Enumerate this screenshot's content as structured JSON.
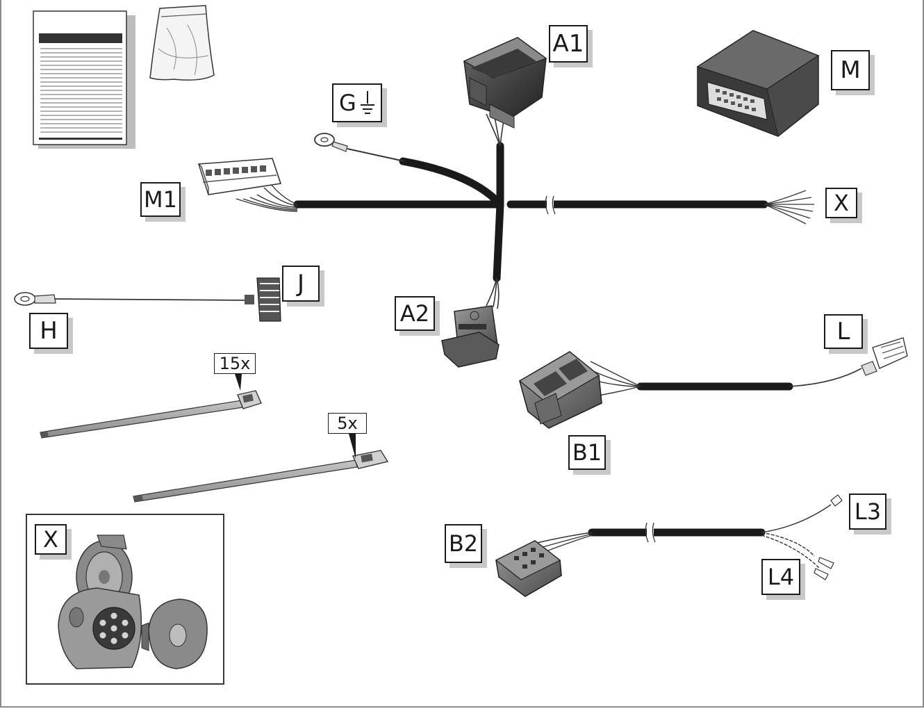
{
  "labels": {
    "a1": "A1",
    "m": "M",
    "g": "G",
    "m1": "M1",
    "x_main": "X",
    "j": "J",
    "h": "H",
    "a2": "A2",
    "l": "L",
    "qty_15": "15x",
    "qty_5": "5x",
    "b1": "B1",
    "l3": "L3",
    "b2": "B2",
    "l4": "L4",
    "x_socket": "X"
  },
  "icons": {
    "instruction_sheet": "instruction-sheet-icon",
    "parts_bag": "plastic-bag-icon",
    "ground_symbol": "ground-symbol-icon",
    "control_module": "control-module-icon",
    "socket": "trailer-socket-icon",
    "cable_tie": "cable-tie-icon"
  },
  "colors": {
    "cable": "#1a1a1a",
    "connector_dark": "#3a3a3a",
    "connector_mid": "#7a7a7a",
    "callout_shadow": "#c8c8c8",
    "frame": "#8a8a8a"
  }
}
